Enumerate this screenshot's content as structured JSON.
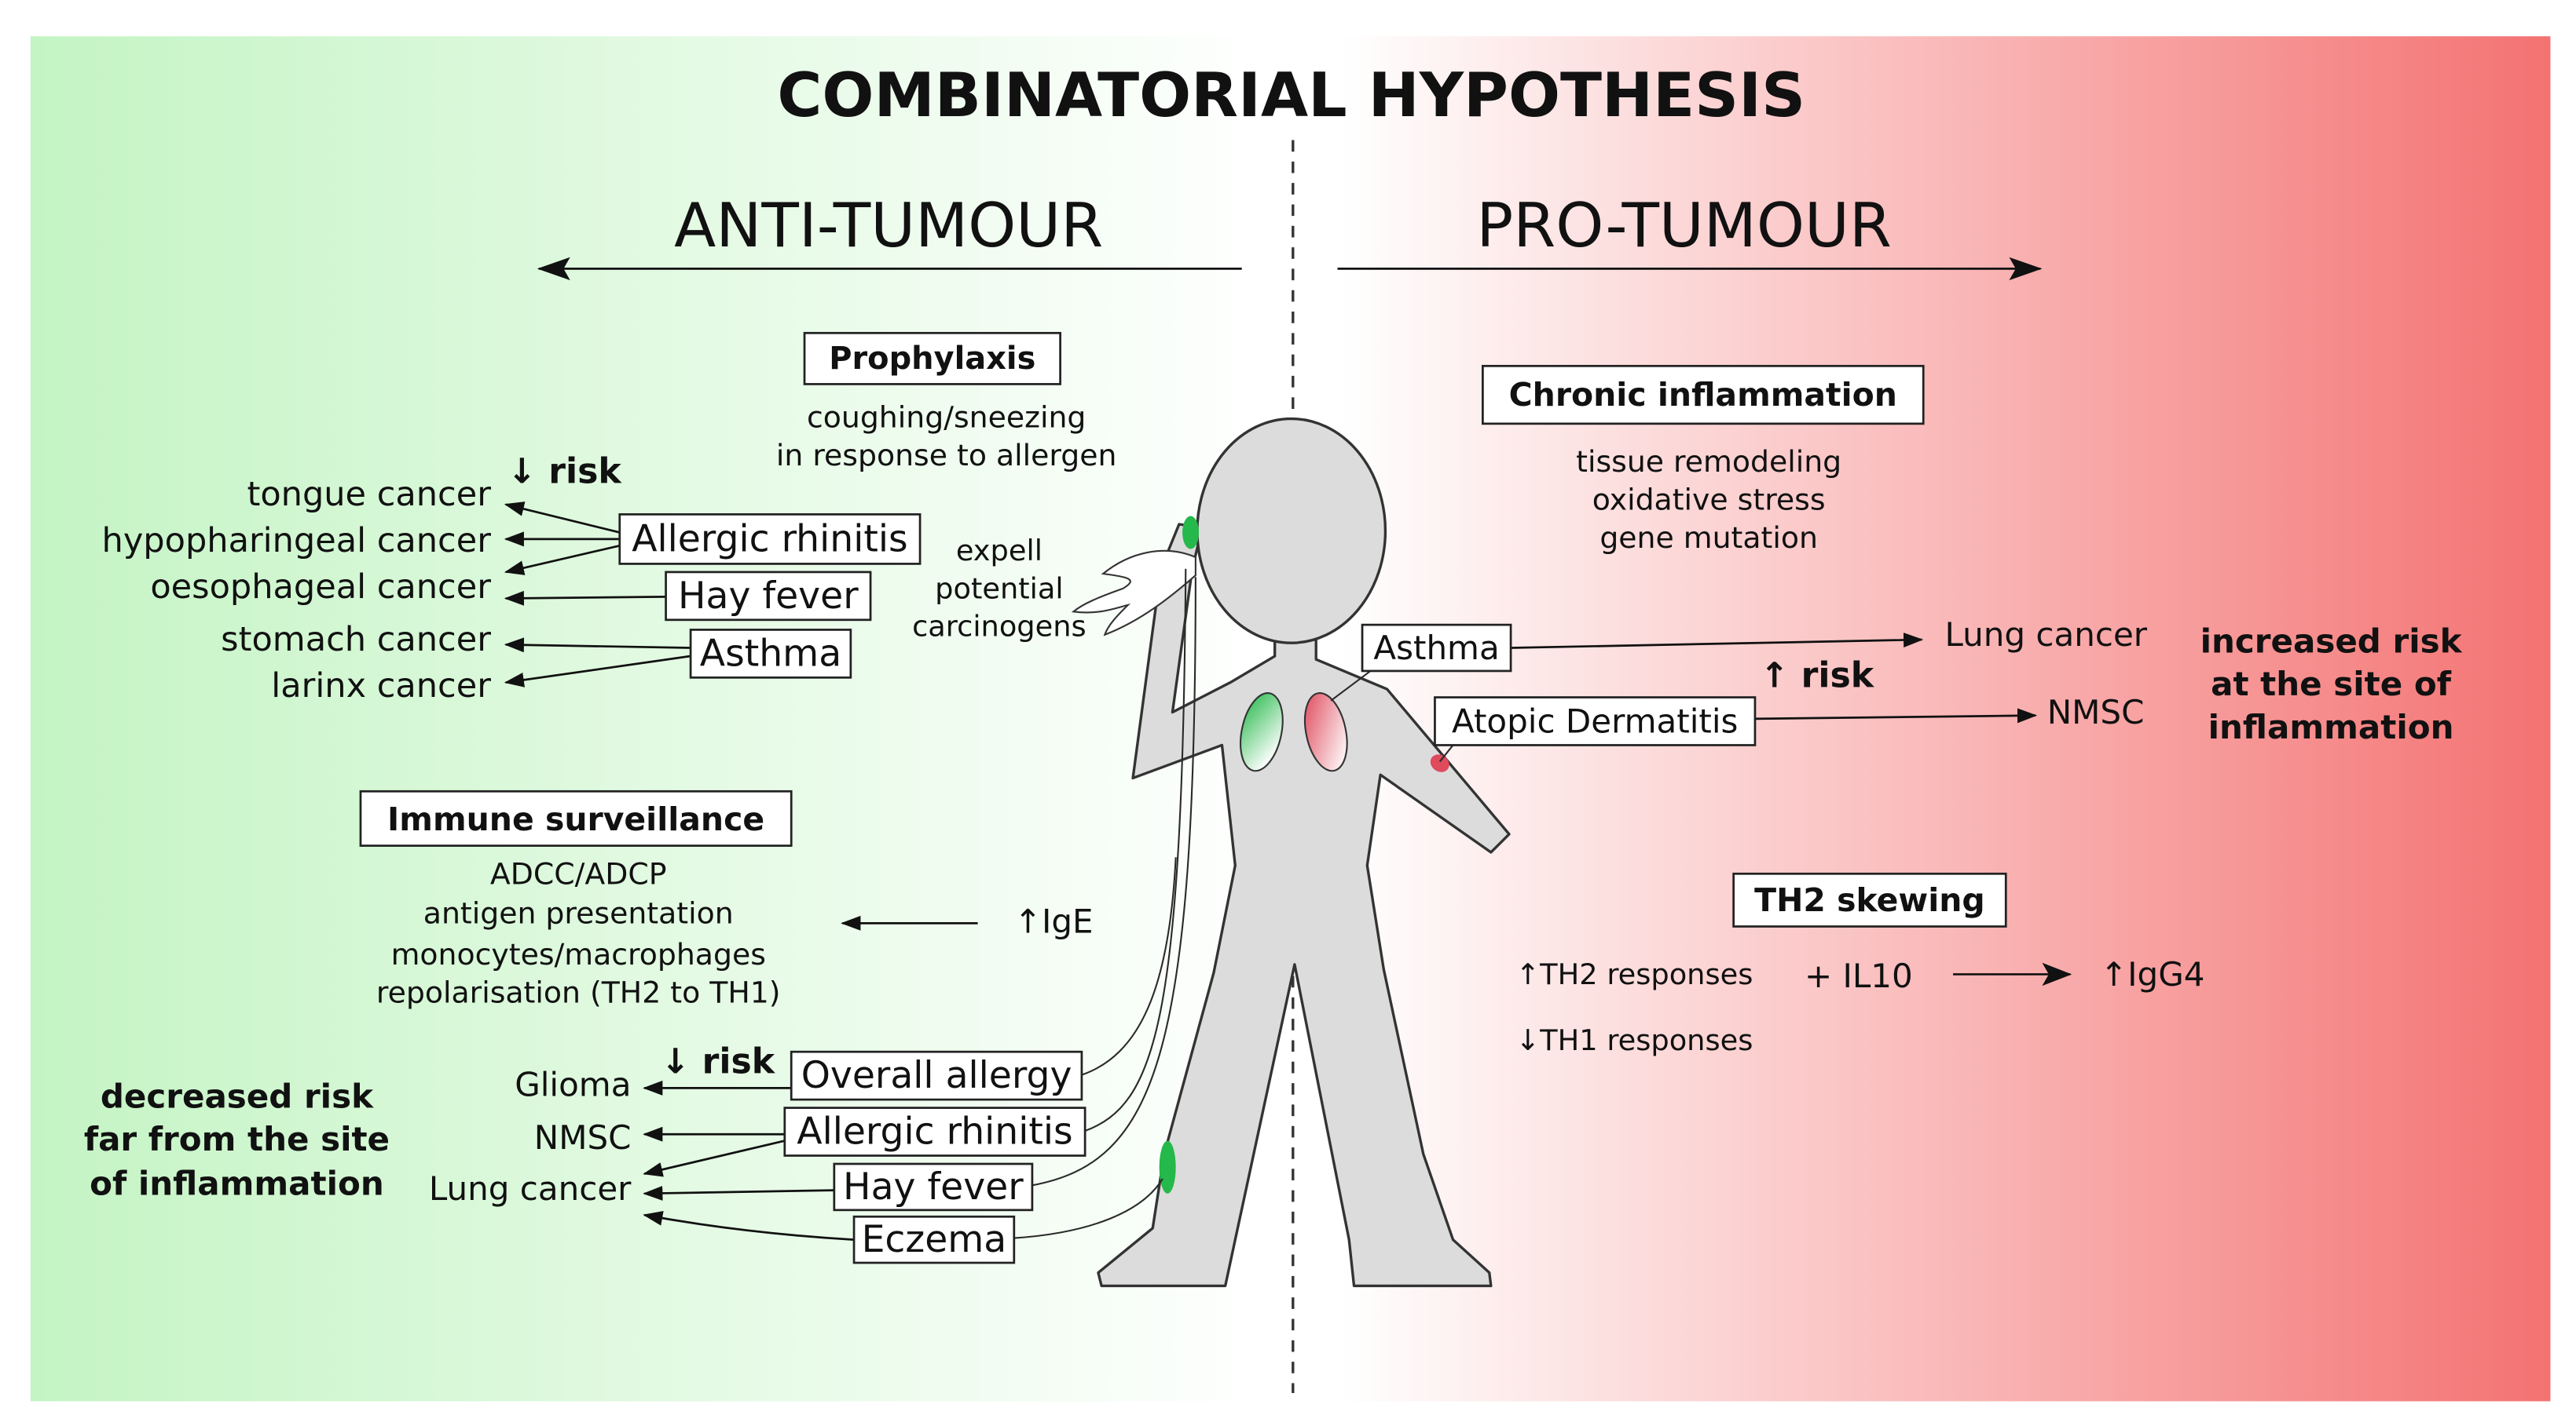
{
  "title": "COMBINATORIAL HYPOTHESIS",
  "colors": {
    "anti_tumour_green": "#c4f4c4",
    "neutral_white": "#ffffff",
    "pro_tumour_red": "#f47272",
    "allergy_site_green": "#25b84a",
    "inflammation_site_red": "#df4a5c",
    "figure_gray": "#dcdcdc"
  },
  "anti_tumour": {
    "heading": "ANTI-TUMOUR",
    "prophylaxis": {
      "label": "Prophylaxis",
      "description": [
        "coughing/sneezing",
        "in response to allergen"
      ],
      "risk": "↓ risk",
      "cancers": [
        "tongue cancer",
        "hypopharingeal cancer",
        "oesophageal cancer",
        "stomach cancer",
        "larinx cancer"
      ],
      "conditions": [
        "Allergic rhinitis",
        "Hay fever",
        "Asthma"
      ],
      "mechanism": [
        "expell",
        "potential",
        "carcinogens"
      ]
    },
    "immune_surveillance": {
      "label": "Immune surveillance",
      "description": [
        "ADCC/ADCP",
        "antigen presentation",
        "monocytes/macrophages",
        "repolarisation (TH2 to TH1)"
      ],
      "trigger": "↑IgE",
      "risk": "↓ risk",
      "cancers": [
        "Glioma",
        "NMSC",
        "Lung cancer"
      ],
      "conditions": [
        "Overall allergy",
        "Allergic rhinitis",
        "Hay fever",
        "Eczema"
      ],
      "summary": [
        "decreased risk",
        "far from the site",
        "of inflammation"
      ]
    }
  },
  "pro_tumour": {
    "heading": "PRO-TUMOUR",
    "chronic_inflammation": {
      "label": "Chronic inflammation",
      "description": [
        "tissue remodeling",
        "oxidative stress",
        "gene mutation"
      ],
      "conditions": [
        "Asthma",
        "Atopic Dermatitis"
      ],
      "risk": "↑ risk",
      "cancers": [
        "Lung cancer",
        "NMSC"
      ],
      "summary": [
        "increased risk",
        "at the site of",
        "inflammation"
      ]
    },
    "th2_skewing": {
      "label": "TH2 skewing",
      "th2": "↑TH2 responses",
      "th1": "↓TH1 responses",
      "cytokine": "+ IL10",
      "result": "↑IgG4"
    }
  }
}
